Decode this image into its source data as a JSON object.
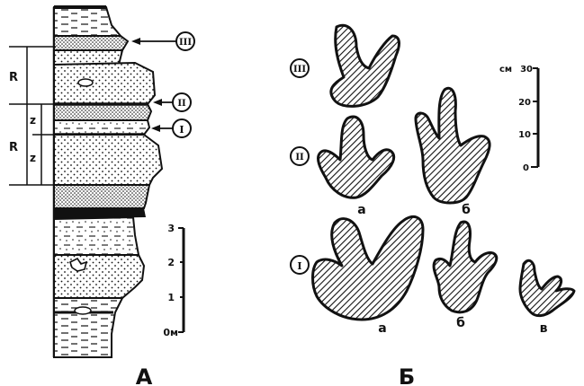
{
  "panel_a": {
    "caption": "A",
    "horizon_labels": [
      "III",
      "II",
      "I"
    ],
    "cycle_labels": [
      "R",
      "R"
    ],
    "subcycle_labels": [
      "z",
      "z"
    ],
    "scale_ticks": [
      "3",
      "2",
      "1",
      "0м"
    ]
  },
  "panel_b": {
    "caption": "Б",
    "row_labels": [
      "III",
      "II",
      "I"
    ],
    "track_letters": [
      "а",
      "б",
      "а",
      "б",
      "в"
    ],
    "scale_unit": "см",
    "scale_ticks": [
      "30",
      "20",
      "10",
      "0"
    ]
  }
}
